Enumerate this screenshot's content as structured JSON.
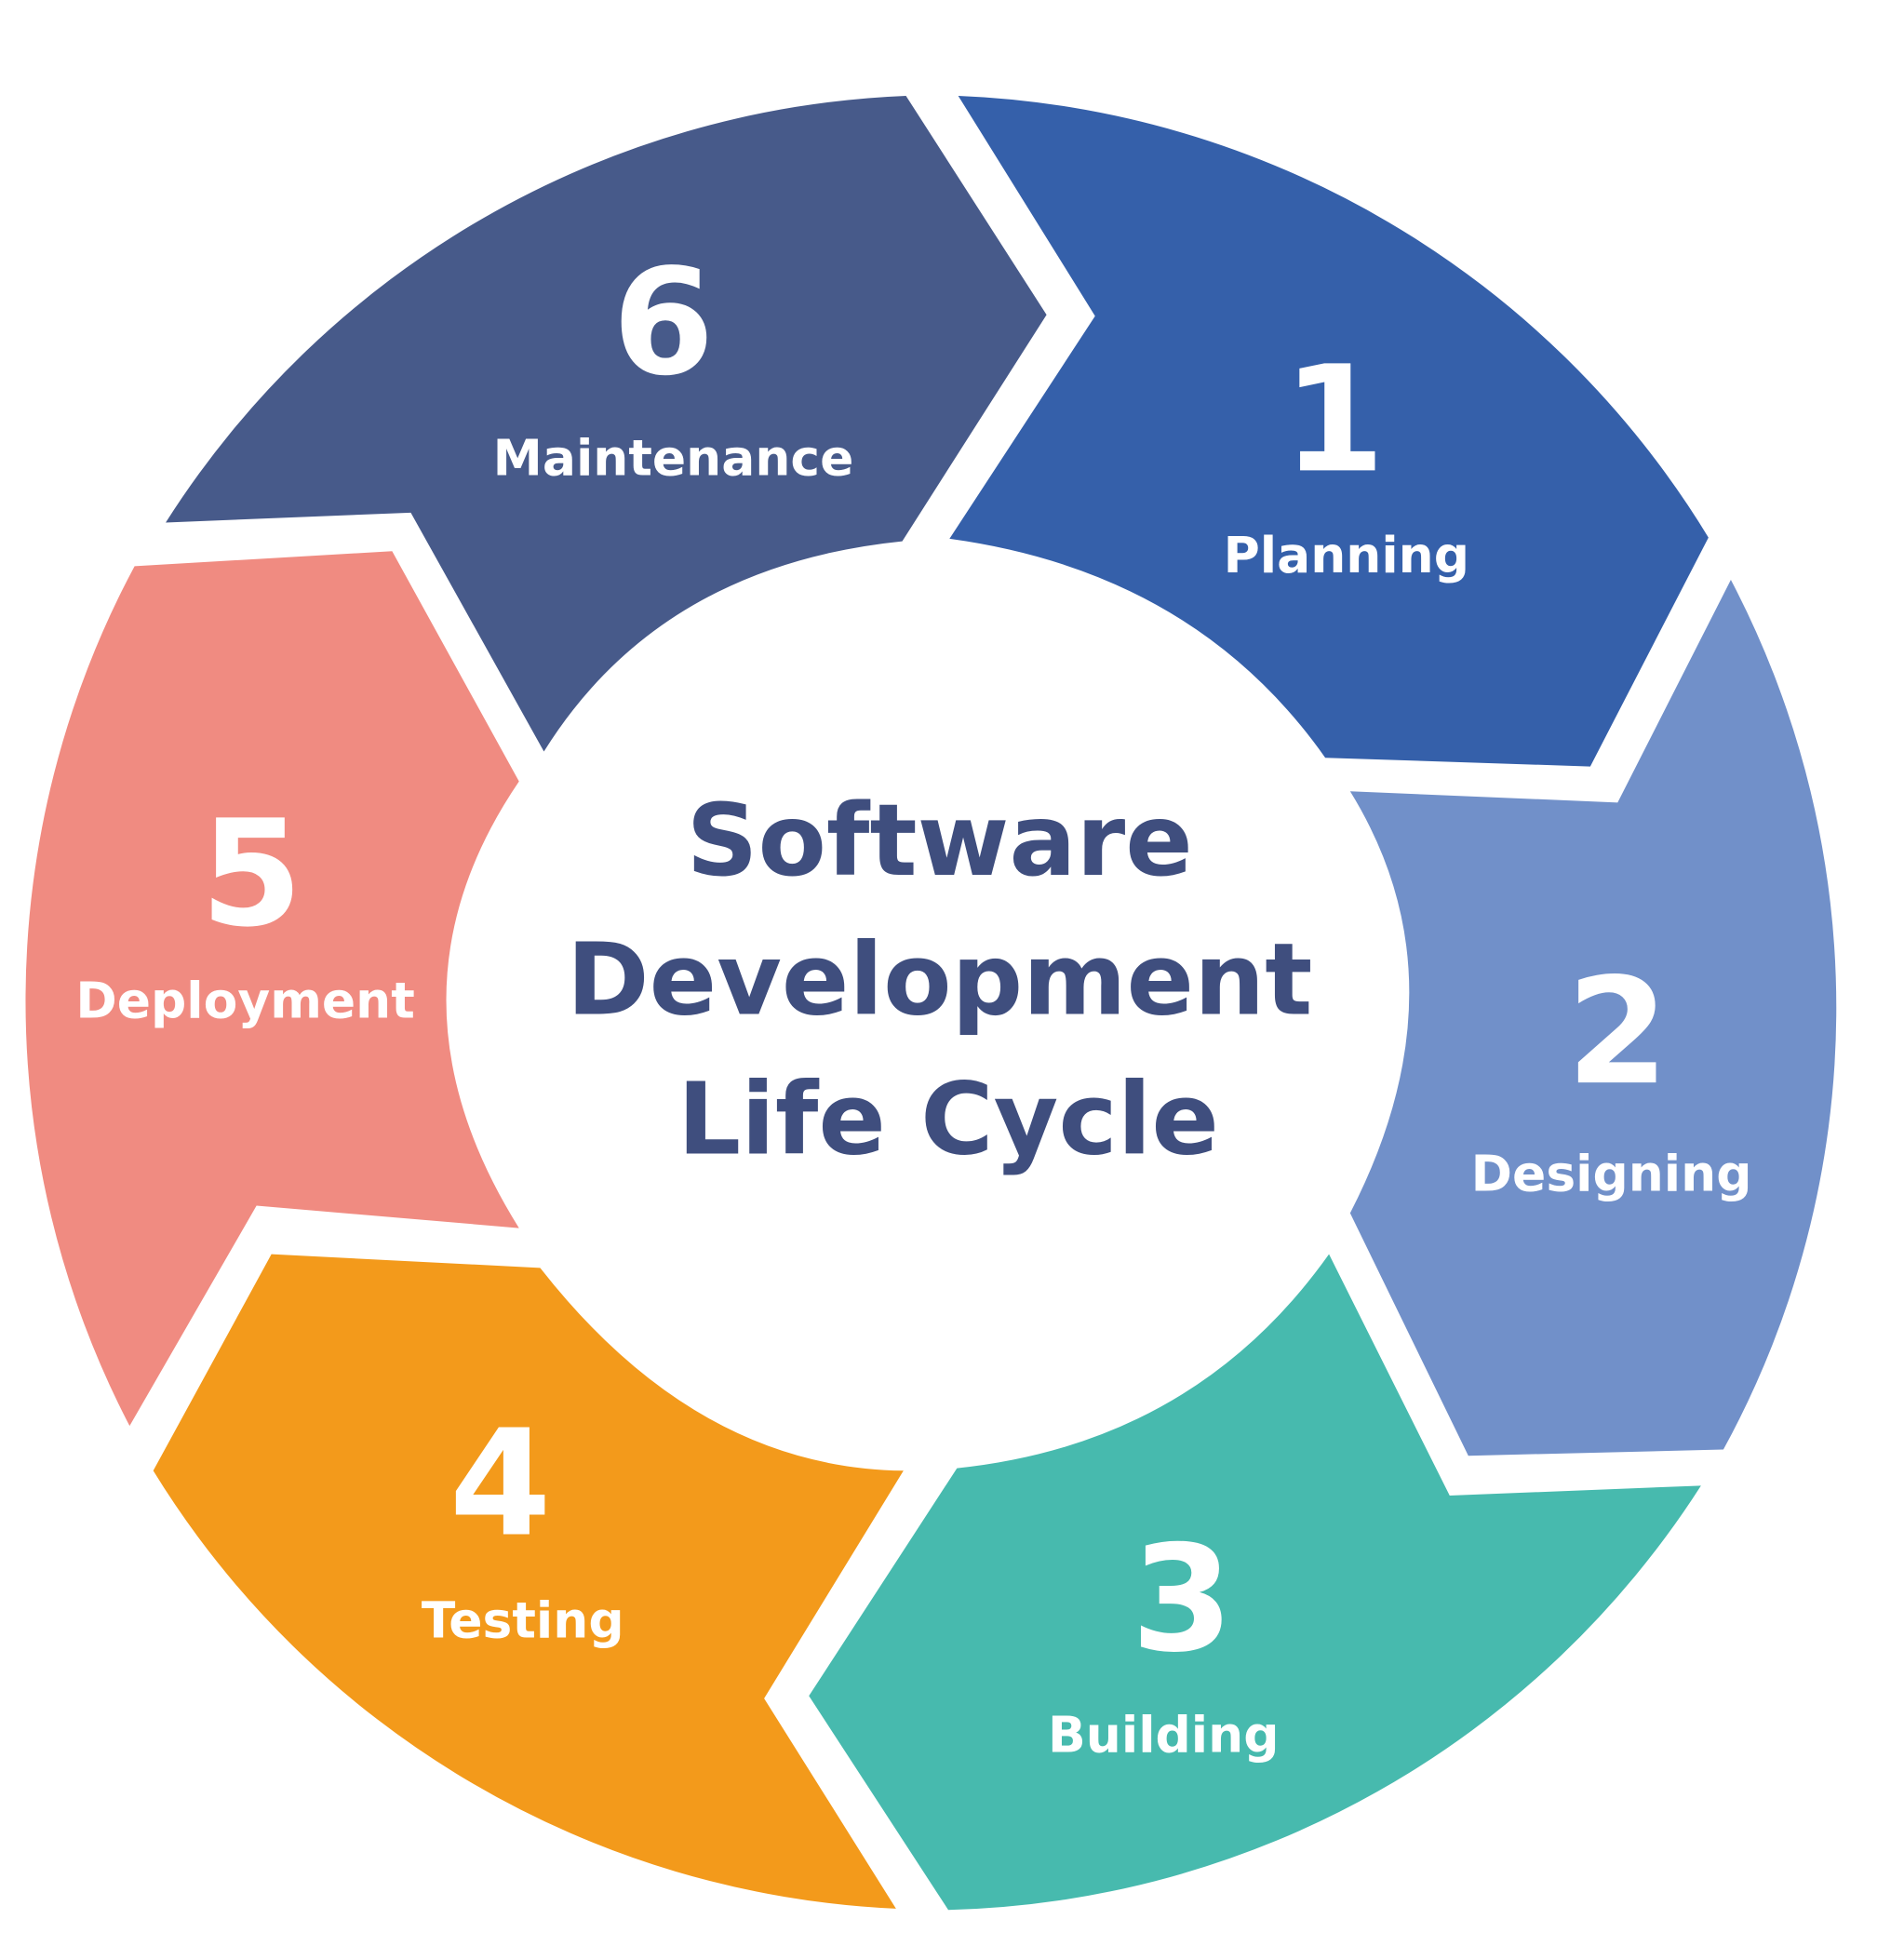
{
  "title": {
    "line1": "Software",
    "line2": "Development",
    "line3": "Life Cycle"
  },
  "colors": {
    "planning": "#3560aa",
    "designing": "#7190c9",
    "building": "#47baae",
    "testing": "#f39a1b",
    "deployment": "#f08b81",
    "maintenance": "#475a8a",
    "title": "#3f4e7e"
  },
  "stages": [
    {
      "number": "1",
      "label": "Planning"
    },
    {
      "number": "2",
      "label": "Designing"
    },
    {
      "number": "3",
      "label": "Building"
    },
    {
      "number": "4",
      "label": "Testing"
    },
    {
      "number": "5",
      "label": "Deployment"
    },
    {
      "number": "6",
      "label": "Maintenance"
    }
  ]
}
